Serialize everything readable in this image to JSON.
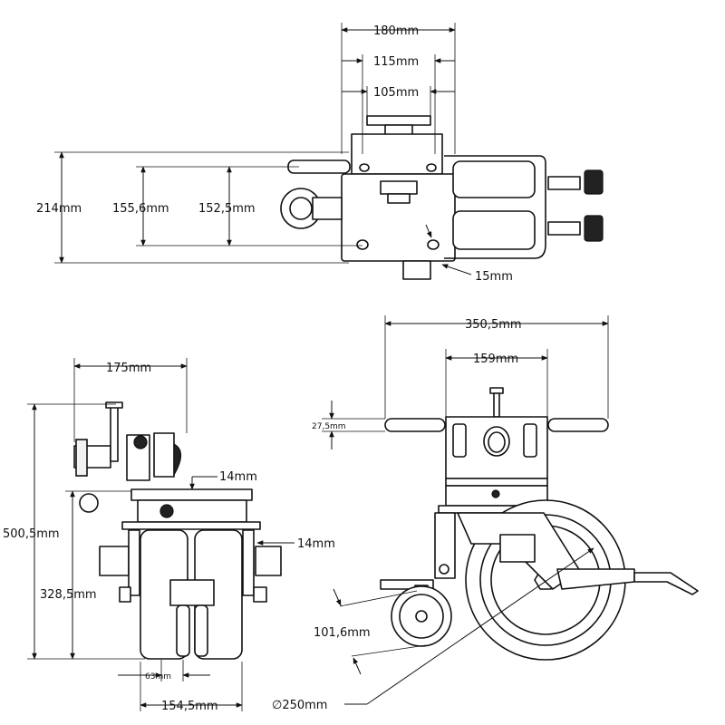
{
  "dimensions": {
    "top_width_180": "180mm",
    "top_width_115": "115mm",
    "top_width_105": "105mm",
    "top_height_214": "214mm",
    "top_height_155_6": "155,6mm",
    "top_height_152_5": "152,5mm",
    "top_hole_15": "15mm",
    "front_width_175": "175mm",
    "front_plate_14a": "14mm",
    "front_plate_14b": "14mm",
    "front_height_500_5": "500,5mm",
    "front_height_328_5": "328,5mm",
    "front_wheel_63": "63mm",
    "front_width_154_5": "154,5mm",
    "side_width_350_5": "350,5mm",
    "side_width_159": "159mm",
    "side_handle_27_5": "27,5mm",
    "side_small_wheel_101_6": "101,6mm",
    "side_wheel_dia_250": "∅250mm"
  }
}
